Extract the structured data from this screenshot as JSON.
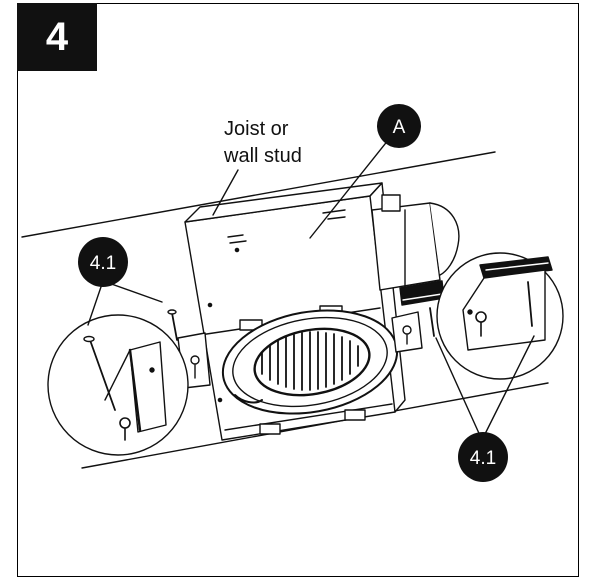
{
  "step": {
    "number": "4"
  },
  "labels": {
    "joist_line1": "Joist or",
    "joist_line2": "wall stud"
  },
  "callouts": {
    "a": "A",
    "left": "4.1",
    "right": "4.1"
  },
  "colors": {
    "ink": "#111111",
    "badge": "#111111",
    "paper": "#ffffff"
  }
}
